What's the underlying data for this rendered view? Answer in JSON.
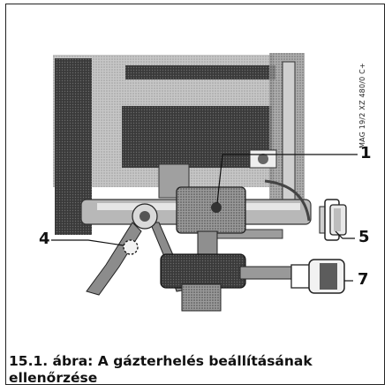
{
  "figure": {
    "reference_code": "MAG 19/2 XZ 480/0 C+",
    "callouts": [
      "1",
      "4",
      "5",
      "7"
    ]
  },
  "caption": {
    "number": "15.1. ábra:",
    "title": "A gázterhelés beállításának ellenőrzése"
  },
  "colors": {
    "ink": "#222222",
    "mid_gray": "#8a8a8a",
    "light_gray": "#c4c4c4",
    "background": "#ffffff"
  }
}
